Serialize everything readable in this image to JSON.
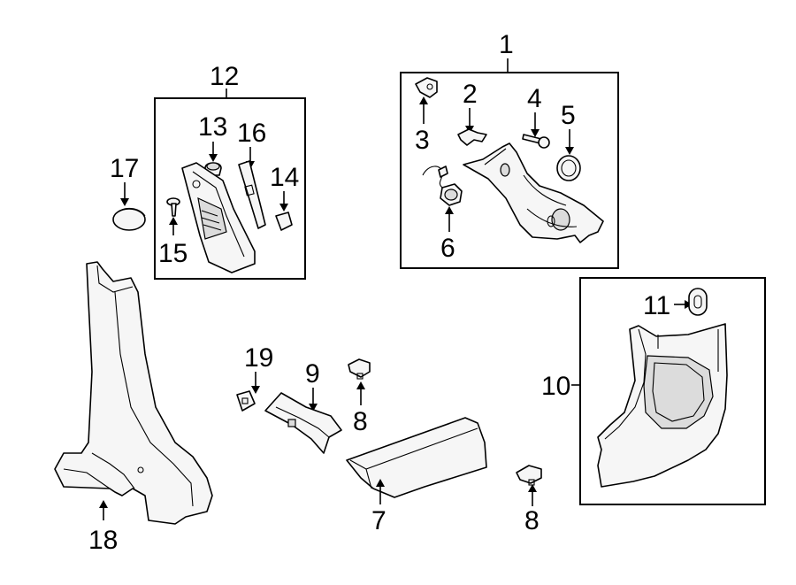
{
  "callouts": {
    "c1": "1",
    "c2": "2",
    "c3": "3",
    "c4": "4",
    "c5": "5",
    "c6": "6",
    "c7": "7",
    "c8a": "8",
    "c8b": "8",
    "c9": "9",
    "c10": "10",
    "c11": "11",
    "c12": "12",
    "c13": "13",
    "c14": "14",
    "c15": "15",
    "c16": "16",
    "c17": "17",
    "c18": "18",
    "c19": "19"
  },
  "parts": [
    {
      "callout": "1",
      "name": "quarter-trim-assembly"
    },
    {
      "callout": "2",
      "name": "clip"
    },
    {
      "callout": "3",
      "name": "retainer"
    },
    {
      "callout": "4",
      "name": "screw"
    },
    {
      "callout": "5",
      "name": "plug"
    },
    {
      "callout": "6",
      "name": "lamp"
    },
    {
      "callout": "7",
      "name": "sill-plate"
    },
    {
      "callout": "8",
      "name": "retainer-clip"
    },
    {
      "callout": "9",
      "name": "sill-plate-front"
    },
    {
      "callout": "10",
      "name": "rear-quarter-lower-trim"
    },
    {
      "callout": "11",
      "name": "grommet"
    },
    {
      "callout": "12",
      "name": "a-pillar-trim-assembly"
    },
    {
      "callout": "13",
      "name": "clip"
    },
    {
      "callout": "14",
      "name": "nut"
    },
    {
      "callout": "15",
      "name": "screw"
    },
    {
      "callout": "16",
      "name": "seal"
    },
    {
      "callout": "17",
      "name": "cap"
    },
    {
      "callout": "18",
      "name": "center-pillar-trim"
    },
    {
      "callout": "19",
      "name": "clip"
    }
  ]
}
